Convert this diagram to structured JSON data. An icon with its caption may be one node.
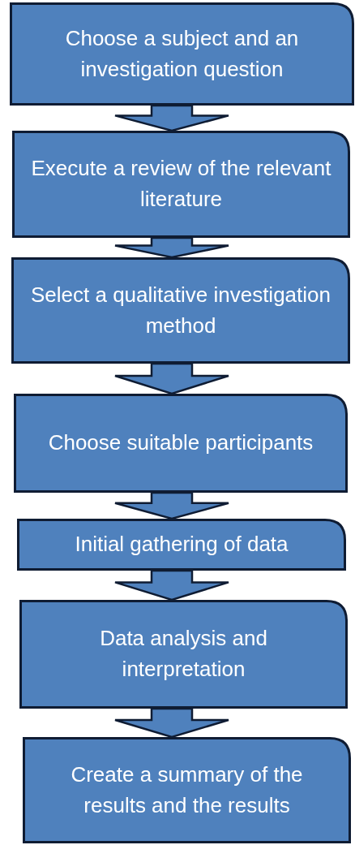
{
  "diagram": {
    "nodes": [
      {
        "text": [
          "Choose a subject and an investigation question"
        ]
      },
      {
        "text": [
          "Execute a review of the relevant literature"
        ]
      },
      {
        "text": [
          "Select a qualitative investigation method"
        ]
      },
      {
        "text": [
          "Choose suitable participants"
        ]
      },
      {
        "text": [
          "Initial gathering of data"
        ]
      },
      {
        "text": [
          "Data analysis and interpretation"
        ]
      },
      {
        "text": [
          "Create a summary of the results and the results"
        ]
      }
    ],
    "edges": [
      {
        "from": 0,
        "to": 1,
        "arrow": "to"
      },
      {
        "from": 1,
        "to": 2,
        "arrow": "to"
      },
      {
        "from": 2,
        "to": 3,
        "arrow": "to"
      },
      {
        "from": 3,
        "to": 4,
        "arrow": "to"
      },
      {
        "from": 4,
        "to": 5,
        "arrow": "to"
      },
      {
        "from": 5,
        "to": 6,
        "arrow": "to"
      }
    ]
  }
}
